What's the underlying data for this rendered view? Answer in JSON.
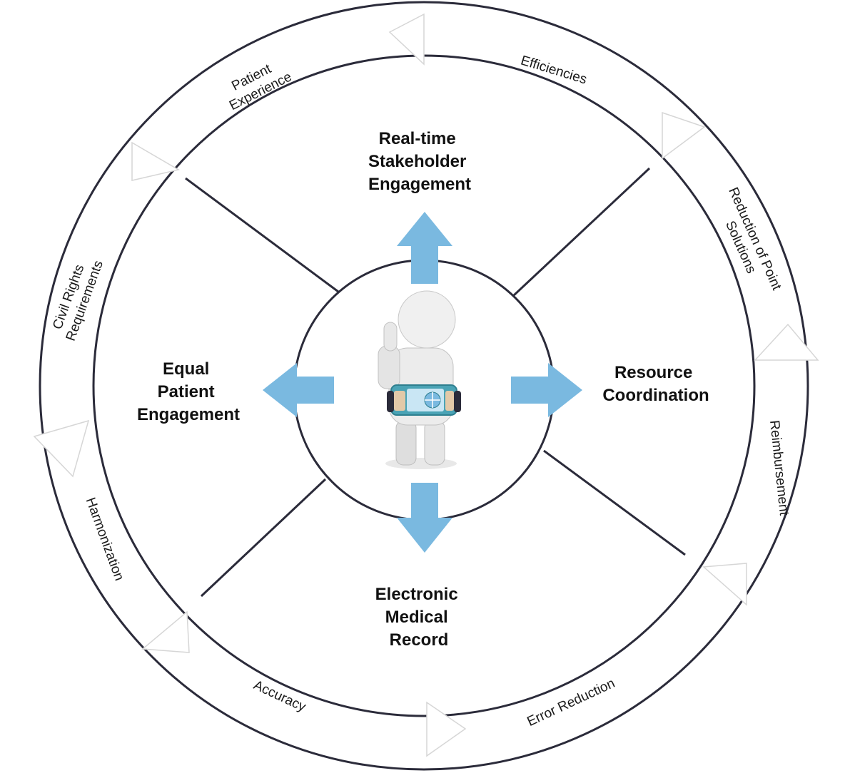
{
  "quadrants": {
    "top": [
      "Real-time",
      "Stakeholder",
      "Engagement"
    ],
    "left": [
      "Equal",
      "Patient",
      "Engagement"
    ],
    "right": [
      "Resource",
      "Coordination"
    ],
    "bottom": [
      "Electronic",
      "Medical",
      "Record"
    ]
  },
  "outer_ring": {
    "patient_experience": [
      "Patient",
      "Experience"
    ],
    "efficiencies": [
      "Efficiencies"
    ],
    "reduction_point_solutions": [
      "Reduction of Point",
      "Solutions"
    ],
    "reimbursement": [
      "Reimbursement"
    ],
    "error_reduction": [
      "Error Reduction"
    ],
    "accuracy": [
      "Accuracy"
    ],
    "harmonization": [
      "Harmonization"
    ],
    "civil_rights": [
      "Civil Rights",
      "Requirements"
    ]
  },
  "center": {
    "figure": "person-with-tablet-thumbs-up-icon"
  },
  "colors": {
    "arrow": "#7ab9e0",
    "stroke": "#2b2b3a",
    "ring_fill": "#ffffff",
    "chevron_fill": "#ffffff",
    "chevron_stroke": "#d6d6d6"
  }
}
